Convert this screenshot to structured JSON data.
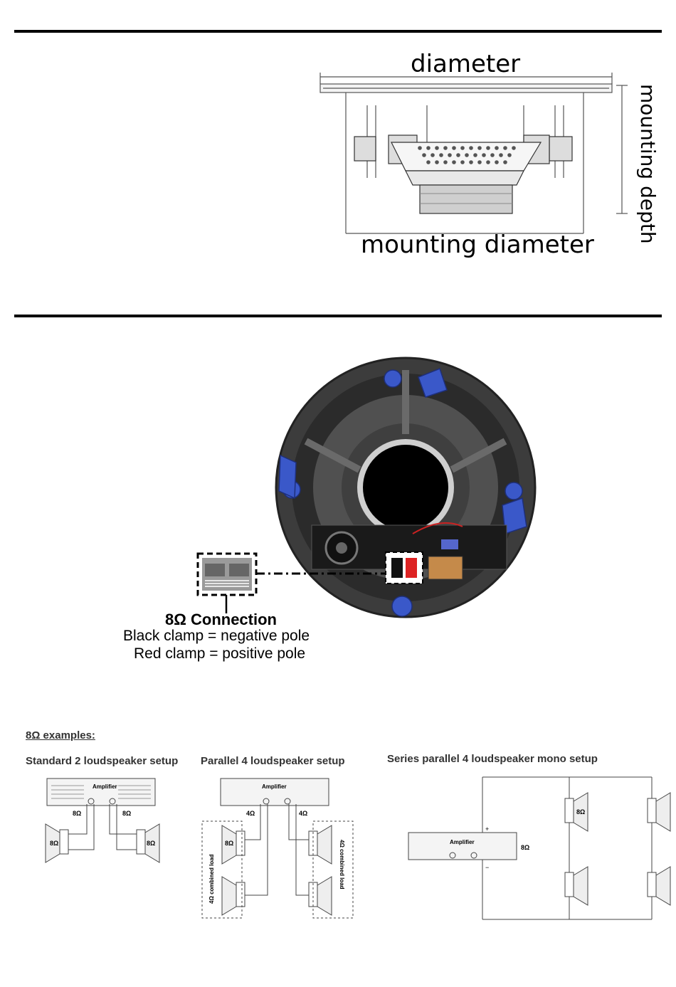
{
  "dimension_labels": {
    "diameter": "diameter",
    "mounting_diameter": "mounting diameter",
    "mounting_depth": "mounting depth"
  },
  "connection": {
    "title": "8Ω  Connection",
    "black_clamp": "Black clamp = negative pole",
    "red_clamp": "Red clamp = positive pole"
  },
  "examples": {
    "heading": "8Ω examples:",
    "standard": {
      "title": "Standard 2 loudspeaker setup",
      "amplifier": "Amplifier",
      "out_left": "8Ω",
      "out_right": "8Ω",
      "spk_left": "8Ω",
      "spk_right": "8Ω"
    },
    "parallel": {
      "title": "Parallel 4 loudspeaker setup",
      "amplifier": "Amplifier",
      "out_left": "4Ω",
      "out_right": "4Ω",
      "spk": "8Ω",
      "combined_left": "4Ω combined load",
      "combined_right": "4Ω combined load"
    },
    "series_parallel": {
      "title": "Series parallel 4 loudspeaker mono setup",
      "amplifier": "Amplifier",
      "out": "8Ω",
      "spk": "8Ω",
      "plus": "+",
      "minus": "−"
    }
  },
  "colors": {
    "clip_blue": "#3a58c9",
    "speaker_body": "#1f1f1f",
    "rule": "#000000"
  }
}
